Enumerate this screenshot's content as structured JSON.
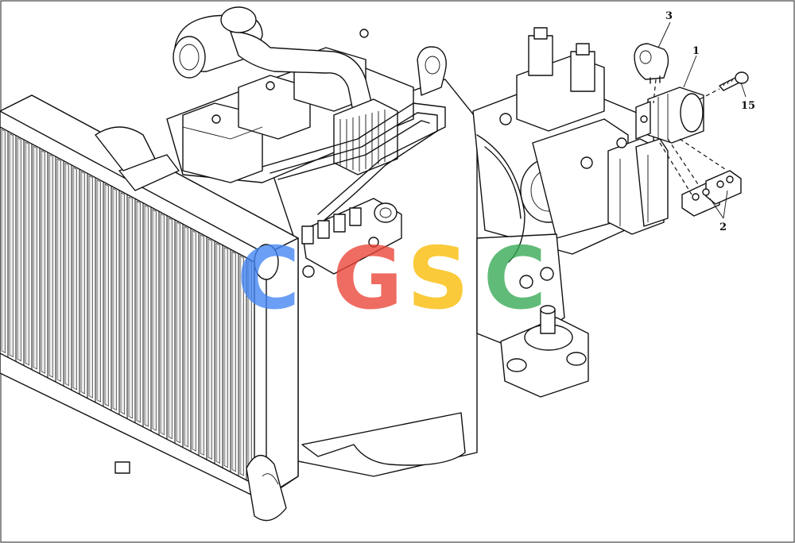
{
  "diagram": {
    "callouts": [
      {
        "id": "1",
        "label": "1"
      },
      {
        "id": "2",
        "label": "2"
      },
      {
        "id": "3",
        "label": "3"
      },
      {
        "id": "15",
        "label": "15"
      }
    ]
  },
  "watermark": {
    "text": "CGSC",
    "colors": [
      "#4285F4",
      "#EA4335",
      "#FBBC05",
      "#34A853"
    ]
  }
}
